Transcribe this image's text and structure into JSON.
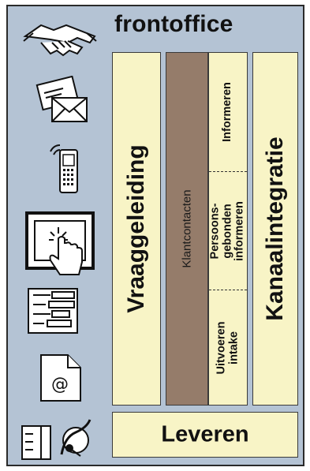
{
  "header": {
    "title": "frontoffice"
  },
  "panels": {
    "left": "Vraaggeleiding",
    "center": "Klantcontacten",
    "cells": [
      "Informeren",
      "Persoons-\ngebonden\ninformeren",
      "Uitvoeren\nintake"
    ],
    "right": "Kanaalintegratie",
    "bottom": "Leveren"
  },
  "icons": [
    "handshake-icon",
    "mail-envelopes-icon",
    "mobile-phone-icon",
    "touchscreen-icon",
    "web-form-icon",
    "email-document-icon",
    "desk-and-headset-icon"
  ],
  "colors": {
    "background": "#b4c3d4",
    "panel": "#f8f4c6",
    "brown": "#957c6a",
    "border": "#2a2a2a"
  }
}
